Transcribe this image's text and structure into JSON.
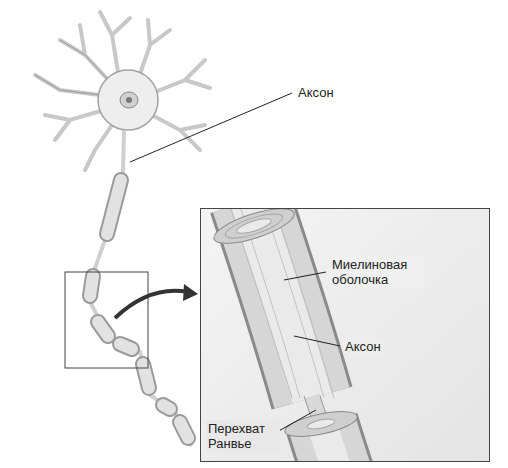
{
  "diagram": {
    "labels": [
      "Аксон",
      "Миелиновая оболочка",
      "Аксон",
      "Перехват Ранвье"
    ]
  }
}
